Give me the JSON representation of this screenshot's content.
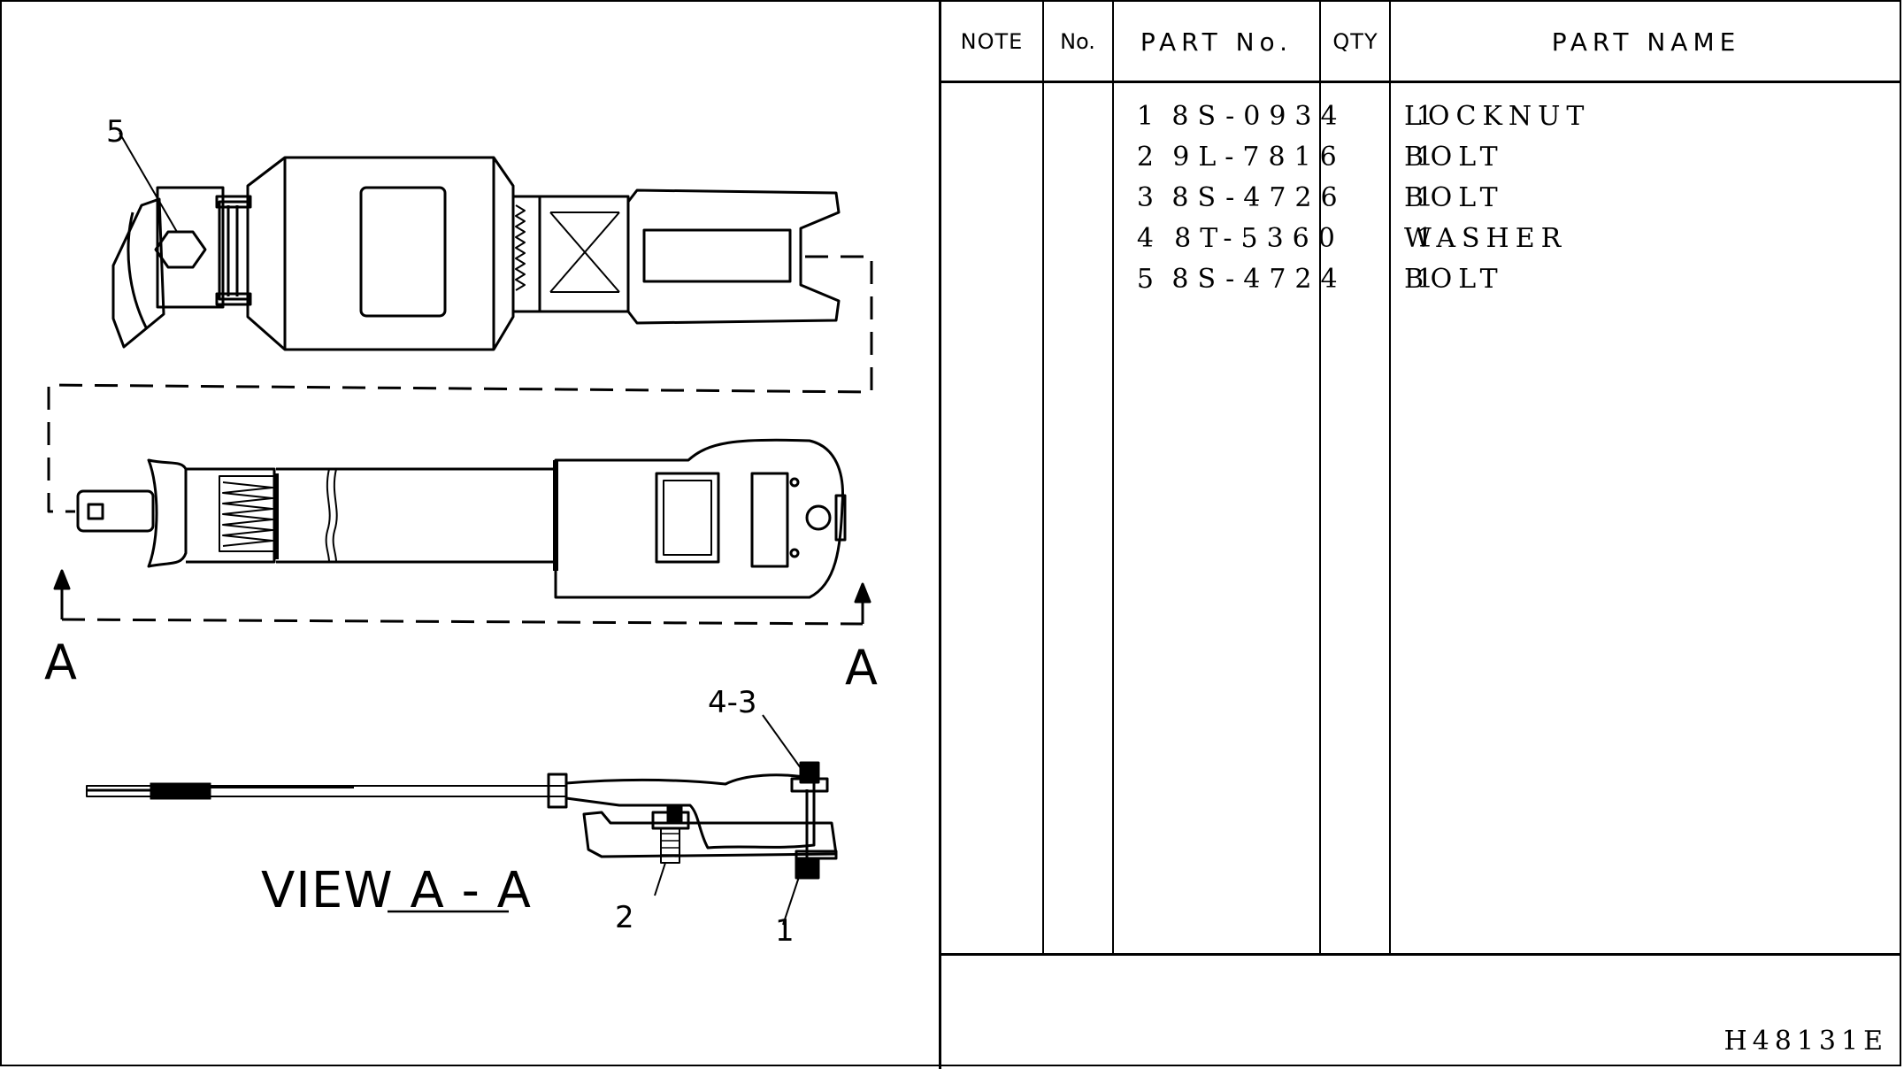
{
  "table": {
    "headers": {
      "note": "NOTE",
      "no": "No.",
      "part_no": "PART No.",
      "qty": "QTY",
      "part_name": "PART NAME"
    },
    "rows": [
      {
        "no": "1",
        "part_no": "8S-0934",
        "qty": "1",
        "name": "LOCKNUT"
      },
      {
        "no": "2",
        "part_no": "9L-7816",
        "qty": "1",
        "name": "BOLT"
      },
      {
        "no": "3",
        "part_no": "8S-4726",
        "qty": "1",
        "name": "BOLT"
      },
      {
        "no": "4",
        "part_no": "8T-5360",
        "qty": "1",
        "name": "WASHER"
      },
      {
        "no": "5",
        "part_no": "8S-4724",
        "qty": "1",
        "name": "BOLT"
      }
    ]
  },
  "drawing": {
    "callout_5": "5",
    "section_left": "A",
    "section_right": "A",
    "callout_4_3": "4-3",
    "callout_2": "2",
    "callout_1": "1",
    "view_prefix": "VIEW",
    "view_name": "A - A"
  },
  "illustration_code": "H48131E"
}
